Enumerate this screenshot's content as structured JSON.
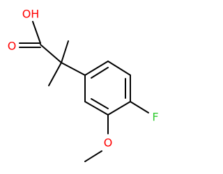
{
  "molecule": {
    "atoms": {
      "hydroxyl": {
        "label": "OH",
        "color": "#ff0000"
      },
      "carbonyl_oxygen": {
        "label": "O",
        "color": "#ff0000"
      },
      "fluorine": {
        "label": "F",
        "color": "#33cc33"
      },
      "methoxy_oxygen": {
        "label": "O",
        "color": "#ff0000"
      }
    },
    "bond_color": "#000000"
  }
}
